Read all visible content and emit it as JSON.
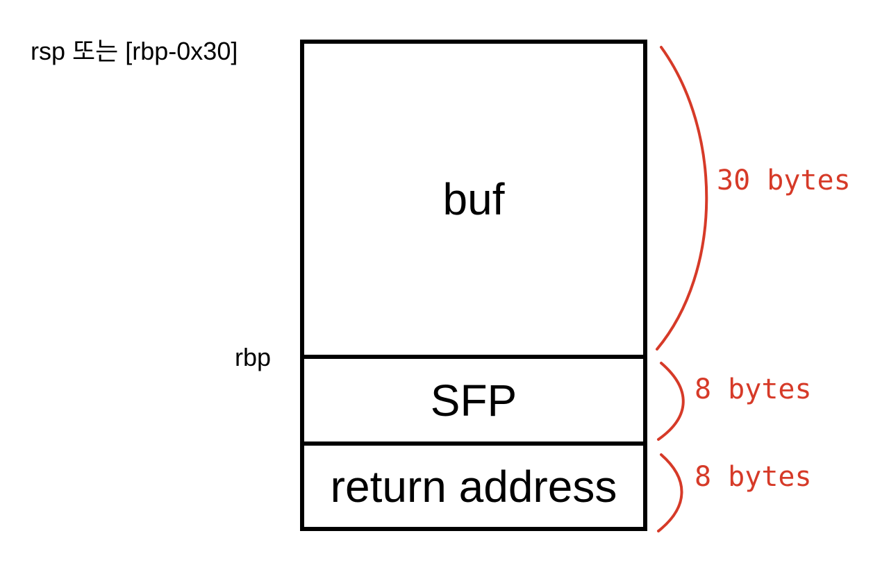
{
  "labels": {
    "rsp": "rsp 또는 [rbp-0x30]",
    "rbp": "rbp"
  },
  "stack": [
    {
      "name": "buf",
      "size": "30 bytes"
    },
    {
      "name": "SFP",
      "size": "8 bytes"
    },
    {
      "name": "return address",
      "size": "8 bytes"
    }
  ],
  "colors": {
    "border": "#000000",
    "annotation": "#d63a28"
  }
}
